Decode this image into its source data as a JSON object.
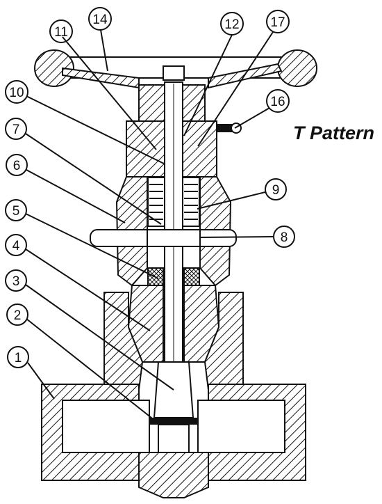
{
  "diagram": {
    "title": "T Pattern",
    "callouts": [
      {
        "id": "c1",
        "label": "1"
      },
      {
        "id": "c2",
        "label": "2"
      },
      {
        "id": "c3",
        "label": "3"
      },
      {
        "id": "c4",
        "label": "4"
      },
      {
        "id": "c5",
        "label": "5"
      },
      {
        "id": "c6",
        "label": "6"
      },
      {
        "id": "c7",
        "label": "7"
      },
      {
        "id": "c8",
        "label": "8"
      },
      {
        "id": "c9",
        "label": "9"
      },
      {
        "id": "c10",
        "label": "10"
      },
      {
        "id": "c11",
        "label": "11"
      },
      {
        "id": "c12",
        "label": "12"
      },
      {
        "id": "c14",
        "label": "14"
      },
      {
        "id": "c16",
        "label": "16"
      },
      {
        "id": "c17",
        "label": "17"
      }
    ],
    "colors": {
      "line": "#111111",
      "background": "#ffffff"
    }
  }
}
